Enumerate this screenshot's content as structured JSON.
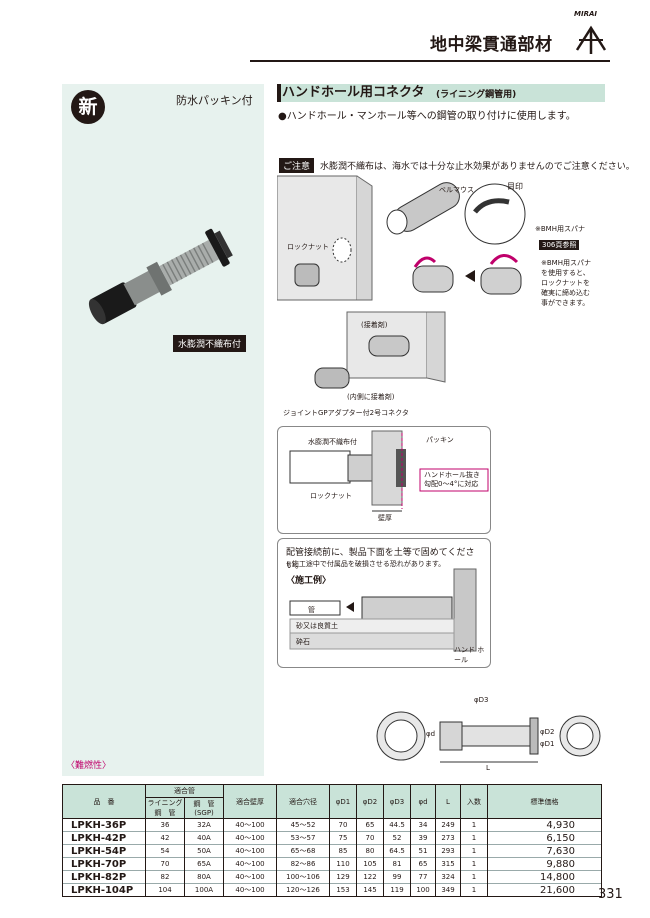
{
  "header": {
    "category_title": "地中梁貫通部材",
    "brand": "MIRAI"
  },
  "left": {
    "new_badge": "新",
    "seal_label": "防水パッキン付",
    "nonwoven_tag": "水膨潤不織布付",
    "flame_note": "〈難燃性〉"
  },
  "product": {
    "title": "ハンドホール用コネクタ",
    "subtitle": "(ライニング鋼管用)",
    "description": "●ハンドホール・マンホール等への鋼管の取り付けに使用します。"
  },
  "caution": {
    "label": "ご注意",
    "text": "水膨潤不織布は、海水では十分な止水効果がありませんのでご注意ください。"
  },
  "diagram1": {
    "bellmouth": "ベルマウス",
    "lock_nut": "ロックナット",
    "eye_mark": "目印",
    "bmh_label": "※BMH用スパナ",
    "bmh_ref": "306頁参照",
    "bmh_note_lines": [
      "※BMH用スパナ",
      "を使用すると、",
      "ロックナットを",
      "確実に締め込む",
      "事ができます。"
    ],
    "sealant": "(接着剤)",
    "inner_sealant": "(内側に接着剤)",
    "adapter": "ジョイントGPアダプター付2号コネクタ"
  },
  "diagram2": {
    "nonwoven": "水膨潤不織布付",
    "packing": "パッキン",
    "lock_nut": "ロックナット",
    "slope_lines": [
      "ハンドホール抜き",
      "勾配0〜4°に対応"
    ],
    "wall": "壁厚"
  },
  "diagram3": {
    "note": "配管接続前に、製品下面を土等で固めてください。",
    "warning": "※施工途中で付属品を破損させる恐れがあります。",
    "example_label": "〈施工例〉",
    "pipe": "管",
    "soil": "砂又は良質土",
    "gravel": "砕石",
    "handhole": "ハンド ホール"
  },
  "dimensions": {
    "d1": "φd",
    "D3": "φD3",
    "D2": "φD2",
    "D1": "φD1",
    "L": "L"
  },
  "table": {
    "h_model": "品　番",
    "h_pipe": "適合管",
    "h_lining": "ライニング 鋼　管",
    "h_steel": "鋼　管 (SGP)",
    "h_wall": "適合壁厚",
    "h_hole": "適合穴径",
    "h_D1": "φD1",
    "h_D2": "φD2",
    "h_D3": "φD3",
    "h_d": "φd",
    "h_L": "L",
    "h_qty": "入数",
    "h_price": "標準価格",
    "rows": [
      [
        "LPKH-36P",
        "36",
        "32A",
        "40〜100",
        "45〜52",
        "70",
        "65",
        "44.5",
        "34",
        "249",
        "1",
        "4,930"
      ],
      [
        "LPKH-42P",
        "42",
        "40A",
        "40〜100",
        "53〜57",
        "75",
        "70",
        "52",
        "39",
        "273",
        "1",
        "6,150"
      ],
      [
        "LPKH-54P",
        "54",
        "50A",
        "40〜100",
        "65〜68",
        "85",
        "80",
        "64.5",
        "51",
        "293",
        "1",
        "7,630"
      ],
      [
        "LPKH-70P",
        "70",
        "65A",
        "40〜100",
        "82〜86",
        "110",
        "105",
        "81",
        "65",
        "315",
        "1",
        "9,880"
      ],
      [
        "LPKH-82P",
        "82",
        "80A",
        "40〜100",
        "100〜106",
        "129",
        "122",
        "99",
        "77",
        "324",
        "1",
        "14,800"
      ],
      [
        "LPKH-104P",
        "104",
        "100A",
        "40〜100",
        "120〜126",
        "153",
        "145",
        "119",
        "100",
        "349",
        "1",
        "21,600"
      ]
    ]
  },
  "page_number": "331",
  "colors": {
    "panel": "#e7f2ee",
    "accent": "#c9e3d8",
    "highlight": "#c0006b"
  }
}
